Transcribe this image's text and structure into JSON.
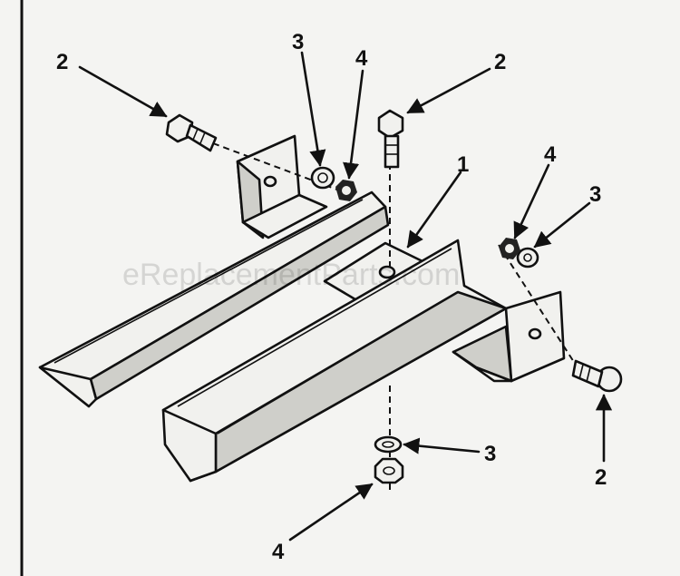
{
  "watermark": "eReplacementParts.com",
  "callouts": {
    "c1": "1",
    "c2_top_left": "2",
    "c3_top": "3",
    "c4_top": "4",
    "c2_top_right": "2",
    "c4_right": "4",
    "c3_right": "3",
    "c2_bottom_right": "2",
    "c3_bottom": "3",
    "c4_bottom": "4"
  }
}
